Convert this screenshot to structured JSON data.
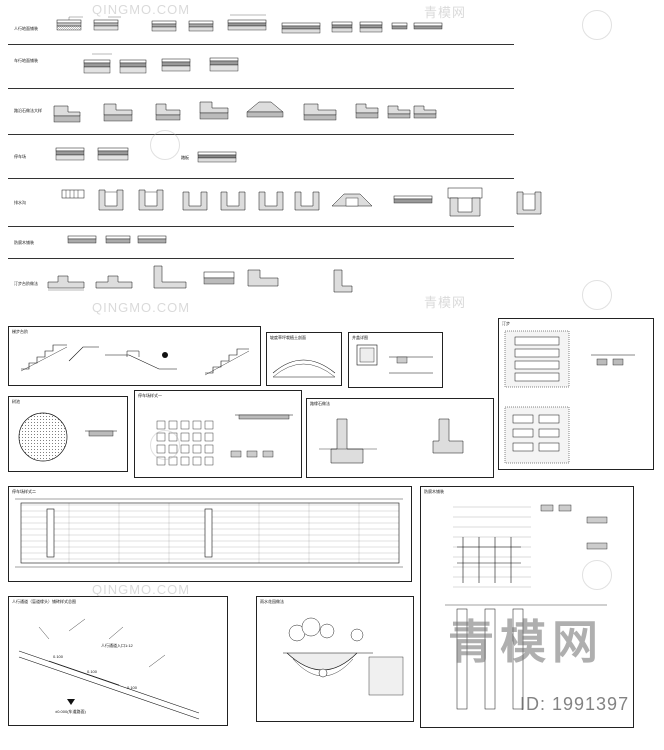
{
  "rows": [
    {
      "label": "人行地面铺装"
    },
    {
      "label": "车行地面铺装"
    },
    {
      "label": "路沿石做法大样"
    },
    {
      "label": "停车场"
    },
    {
      "label": "排水沟"
    },
    {
      "label": "防腐木铺装"
    },
    {
      "label": "汀步台阶做法"
    }
  ],
  "row4_mid_label": "踏板",
  "panels": {
    "stairs": "梯步台阶",
    "grass_slope": "坡度草坪栽植土剖面",
    "manhole": "井盖详图",
    "stepping": "汀步",
    "tree_pool": "树池",
    "parking_a": "停车场样式一",
    "curb": "路缘石做法",
    "parking_b": "停车场样式二",
    "wood_deck": "防腐木铺装",
    "ramp": "人行通道（盲道缘头）铺砖样式总图",
    "rain_garden": "雨水花园做法"
  },
  "ramp_values": {
    "elev_a": "0.100",
    "elev_b": "0.100",
    "elev_c": "0.100",
    "note": "人行通道入口1:12"
  },
  "ramp_bottom": "±0.000(车道路面)",
  "watermark": {
    "small": "QINGMO.COM",
    "small_cn": "青模网",
    "big": "青模网",
    "id": "ID: 1991397"
  }
}
